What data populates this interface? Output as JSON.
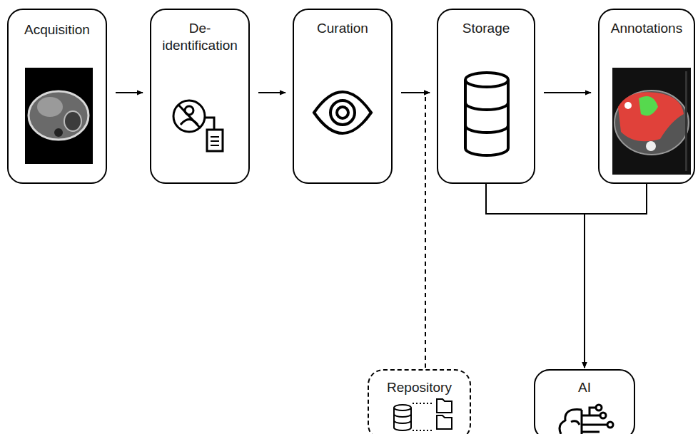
{
  "diagram": {
    "nodes": [
      {
        "text": [
          "Acquisition"
        ]
      },
      {
        "text": [
          "De- identification"
        ]
      },
      {
        "text": [
          "Curation"
        ]
      },
      {
        "text": [
          "Storage"
        ]
      },
      {
        "text": [
          "Annotations"
        ]
      },
      {
        "text": [
          "Repository"
        ]
      },
      {
        "text": [
          "AI"
        ]
      }
    ],
    "edges": [
      {
        "from": 0,
        "to": 1,
        "arrow": "to"
      },
      {
        "from": 1,
        "to": 2,
        "arrow": "to"
      },
      {
        "from": 2,
        "to": 3,
        "arrow": "to"
      },
      {
        "from": 3,
        "to": 4,
        "arrow": "to"
      },
      {
        "from": 5,
        "to": 3,
        "arrow": "to"
      },
      {
        "from": 3,
        "to": 6,
        "arrow": "to"
      },
      {
        "from": 4,
        "to": 6,
        "arrow": "to"
      }
    ]
  }
}
